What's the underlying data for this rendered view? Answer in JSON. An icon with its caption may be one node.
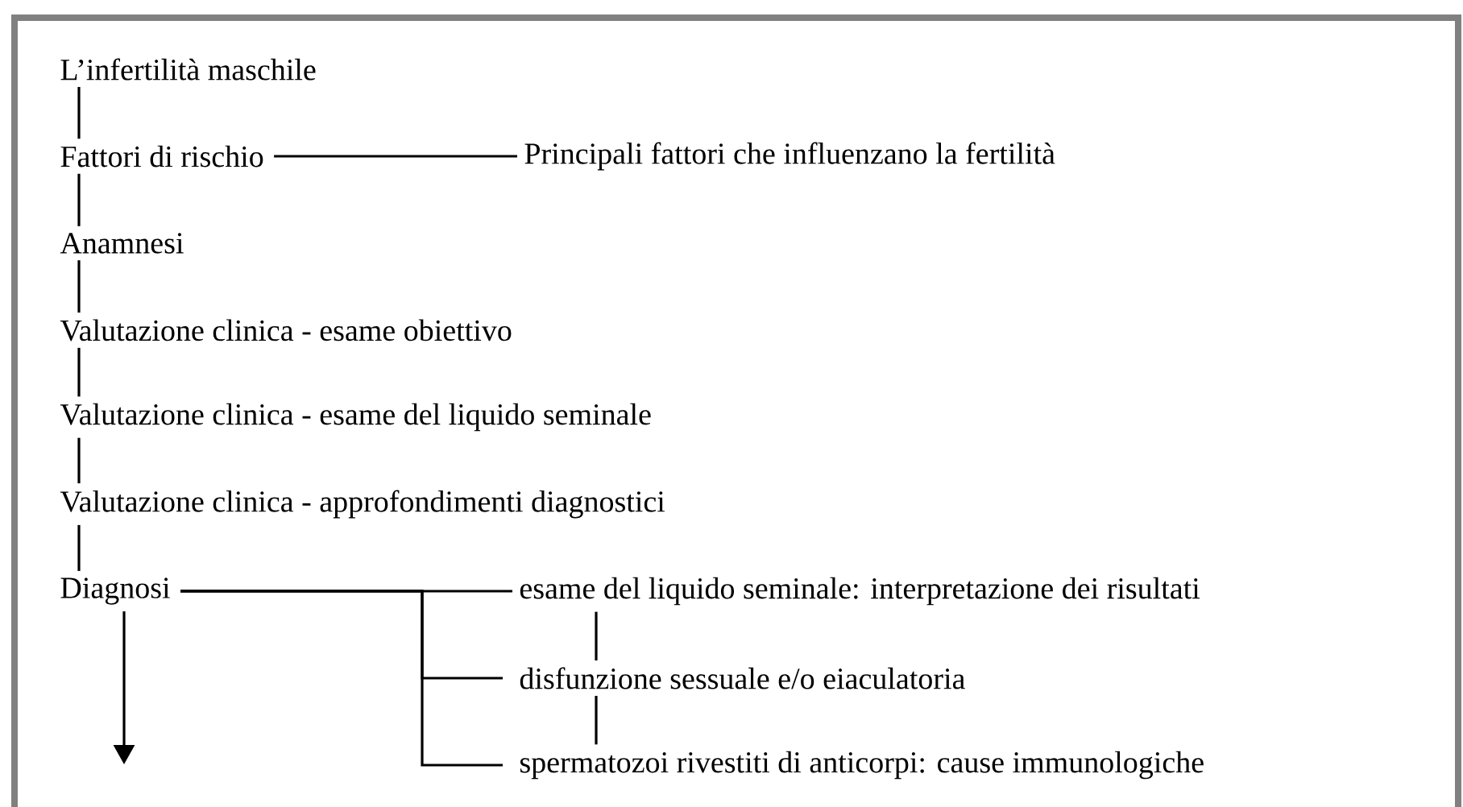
{
  "diagram": {
    "nodes": [
      {
        "text": [
          "L’infertilità maschile"
        ]
      },
      {
        "text": [
          "Fattori di rischio"
        ]
      },
      {
        "text": [
          "Principali fattori che influenzano la fertilità"
        ]
      },
      {
        "text": [
          "Anamnesi"
        ]
      },
      {
        "text": [
          "Valutazione clinica - esame obiettivo"
        ]
      },
      {
        "text": [
          "Valutazione clinica - esame del liquido seminale"
        ]
      },
      {
        "text": [
          "Valutazione clinica - approfondimenti diagnostici"
        ]
      },
      {
        "text": [
          "Diagnosi"
        ]
      },
      {
        "text": [
          "esame del liquido seminale: interpretazione dei risultati"
        ]
      },
      {
        "text": [
          "disfunzione sessuale e/o eiaculatoria"
        ]
      },
      {
        "text": [
          "spermatozoi rivestiti di anticorpi: cause immunologiche"
        ]
      }
    ],
    "edges": [
      {
        "from": 0,
        "to": 1,
        "arrow": "none"
      },
      {
        "from": 1,
        "to": 2,
        "arrow": "none"
      },
      {
        "from": 1,
        "to": 3,
        "arrow": "none"
      },
      {
        "from": 3,
        "to": 4,
        "arrow": "none"
      },
      {
        "from": 4,
        "to": 5,
        "arrow": "none"
      },
      {
        "from": 5,
        "to": 6,
        "arrow": "none"
      },
      {
        "from": 6,
        "to": 7,
        "arrow": "none"
      },
      {
        "from": 7,
        "to": 8,
        "arrow": "none"
      },
      {
        "from": 7,
        "to": 9,
        "arrow": "none"
      },
      {
        "from": 7,
        "to": 10,
        "arrow": "none"
      },
      {
        "from": 8,
        "to": 9,
        "arrow": "none"
      },
      {
        "from": 9,
        "to": 10,
        "arrow": "none"
      },
      {
        "from": 7,
        "to": null,
        "arrow": "to"
      }
    ]
  }
}
